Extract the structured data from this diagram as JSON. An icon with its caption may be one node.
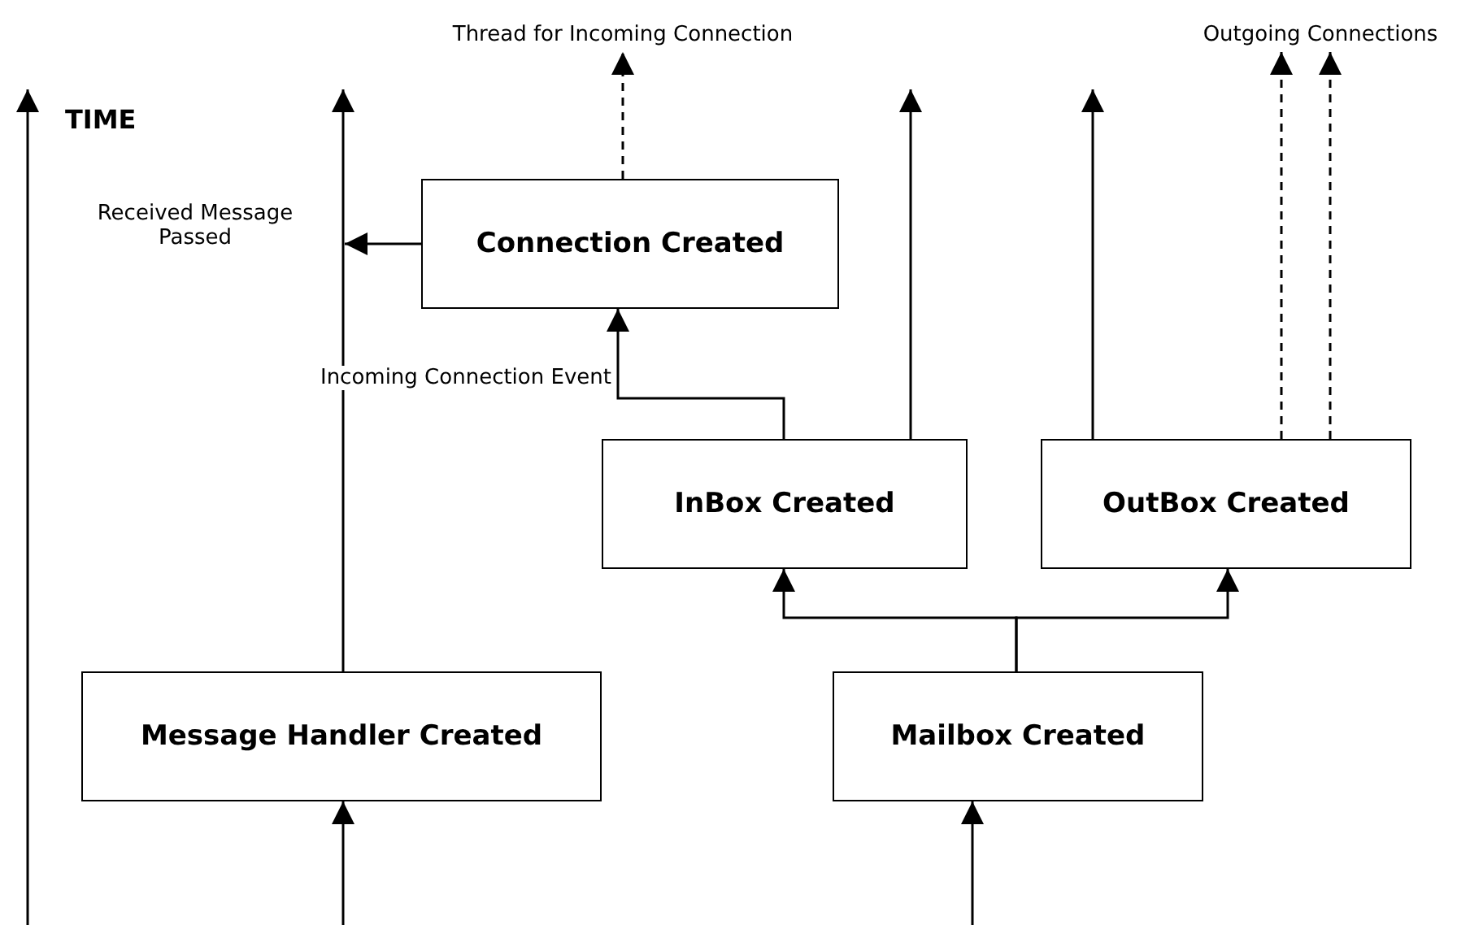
{
  "diagram": {
    "nodes": [
      {
        "text": [
          "Connection Created"
        ]
      },
      {
        "text": [
          "InBox Created"
        ]
      },
      {
        "text": [
          "OutBox Created"
        ]
      },
      {
        "text": [
          "Message Handler Created"
        ]
      },
      {
        "text": [
          "Mailbox Created"
        ]
      },
      {
        "text": [
          "Thread for Incoming Connection"
        ]
      },
      {
        "text": [
          "Outgoing Connections"
        ]
      }
    ],
    "edges": [
      {
        "from": null,
        "to": 3,
        "arrow": "to"
      },
      {
        "from": null,
        "to": 4,
        "arrow": "to"
      },
      {
        "from": 3,
        "to": null,
        "arrow": "to"
      },
      {
        "from": 0,
        "to": null,
        "arrow": "to",
        "label": "Received Message Passed"
      },
      {
        "from": 0,
        "to": 5,
        "arrow": "to",
        "style": "dashed"
      },
      {
        "from": 1,
        "to": 0,
        "arrow": "to",
        "label": "Incoming Connection Event"
      },
      {
        "from": 1,
        "to": null,
        "arrow": "to"
      },
      {
        "from": 2,
        "to": null,
        "arrow": "to"
      },
      {
        "from": 2,
        "to": 6,
        "arrow": "to",
        "style": "dashed"
      },
      {
        "from": 2,
        "to": 6,
        "arrow": "to",
        "style": "dashed"
      },
      {
        "from": 4,
        "to": 1,
        "arrow": "to"
      },
      {
        "from": 4,
        "to": 2,
        "arrow": "to"
      }
    ],
    "labels": [
      "TIME"
    ]
  }
}
